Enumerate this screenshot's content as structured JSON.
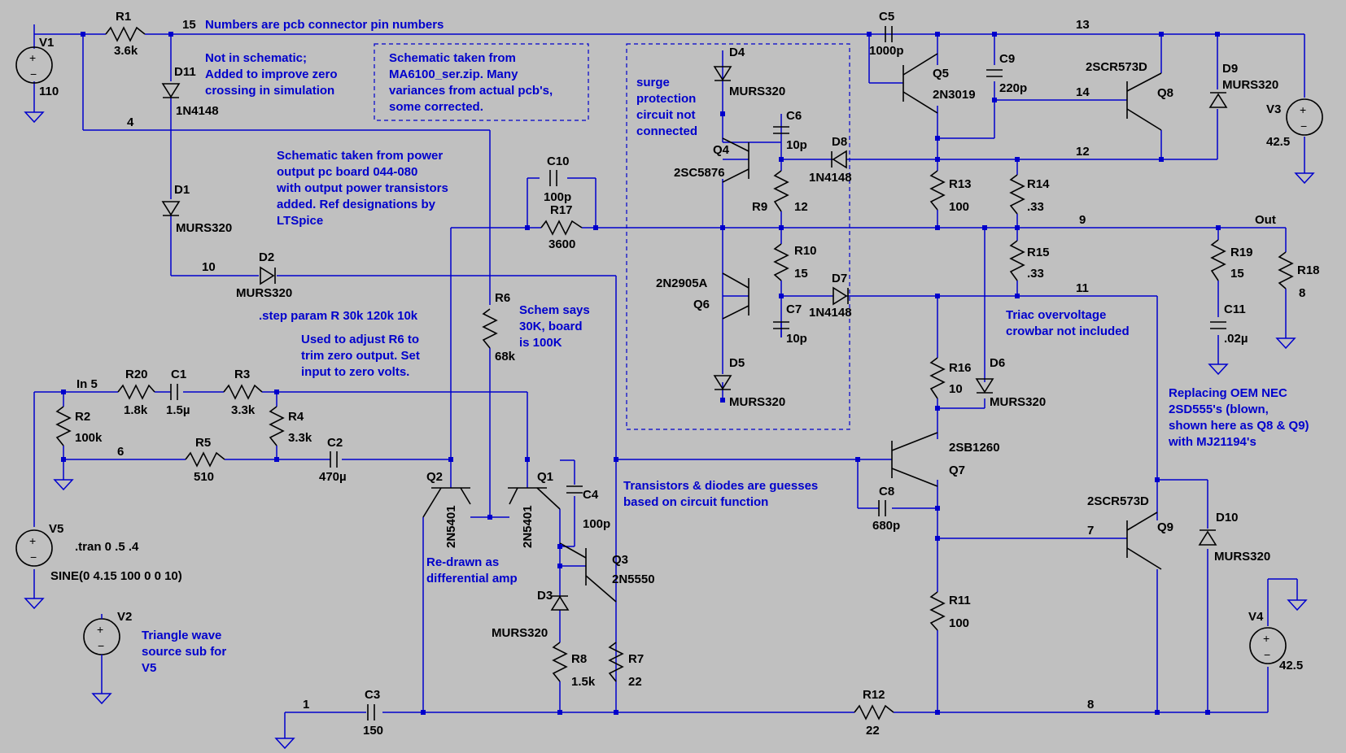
{
  "colors": {
    "background": "#c0c0c0",
    "wire": "#0000cc",
    "component": "#000000",
    "comment": "#0000cc"
  },
  "components": {
    "V1": {
      "name": "V1",
      "value": "110"
    },
    "R1": {
      "name": "R1",
      "value": "3.6k"
    },
    "D11": {
      "name": "D11",
      "value": "1N4148"
    },
    "D1": {
      "name": "D1",
      "value": "MURS320"
    },
    "D2": {
      "name": "D2",
      "value": "MURS320"
    },
    "C10": {
      "name": "C10",
      "value": "100p"
    },
    "R17": {
      "name": "R17",
      "value": "3600"
    },
    "R6": {
      "name": "R6",
      "value": "68k"
    },
    "R20": {
      "name": "R20",
      "value": "1.8k"
    },
    "C1": {
      "name": "C1",
      "value": "1.5µ"
    },
    "R3": {
      "name": "R3",
      "value": "3.3k"
    },
    "R2": {
      "name": "R2",
      "value": "100k"
    },
    "R4": {
      "name": "R4",
      "value": "3.3k"
    },
    "R5": {
      "name": "R5",
      "value": "510"
    },
    "C2": {
      "name": "C2",
      "value": "470µ"
    },
    "V5": {
      "name": "V5",
      "value": "SINE(0 4.15 100 0 0 10)"
    },
    "V2": {
      "name": "V2"
    },
    "Q2": {
      "name": "Q2",
      "value": "2N5401"
    },
    "Q1": {
      "name": "Q1",
      "value": "2N5401"
    },
    "C4": {
      "name": "C4",
      "value": "100p"
    },
    "Q3": {
      "name": "Q3",
      "value": "2N5550"
    },
    "D3": {
      "name": "D3",
      "value": "MURS320"
    },
    "R8": {
      "name": "R8",
      "value": "1.5k"
    },
    "R7": {
      "name": "R7",
      "value": "22"
    },
    "C3": {
      "name": "C3",
      "value": "150"
    },
    "D4": {
      "name": "D4",
      "value": "MURS320"
    },
    "C6": {
      "name": "C6",
      "value": "10p"
    },
    "Q4": {
      "name": "Q4",
      "value": "2SC5876"
    },
    "R9": {
      "name": "R9",
      "value": "12"
    },
    "D8": {
      "name": "D8",
      "value": "1N4148"
    },
    "R10": {
      "name": "R10",
      "value": "15"
    },
    "Q6": {
      "name": "Q6",
      "value": "2N2905A"
    },
    "D7": {
      "name": "D7",
      "value": "1N4148"
    },
    "C7": {
      "name": "C7",
      "value": "10p"
    },
    "D5": {
      "name": "D5",
      "value": "MURS320"
    },
    "C5": {
      "name": "C5",
      "value": "1000p"
    },
    "Q5": {
      "name": "Q5",
      "value": "2N3019"
    },
    "C9": {
      "name": "C9",
      "value": "220p"
    },
    "Q8": {
      "name": "Q8",
      "value": "2SCR573D"
    },
    "D9": {
      "name": "D9",
      "value": "MURS320"
    },
    "V3": {
      "name": "V3",
      "value": "42.5"
    },
    "R13": {
      "name": "R13",
      "value": "100"
    },
    "R14": {
      "name": "R14",
      "value": ".33"
    },
    "R15": {
      "name": "R15",
      "value": ".33"
    },
    "R19": {
      "name": "R19",
      "value": "15"
    },
    "C11": {
      "name": "C11",
      "value": ".02µ"
    },
    "R18": {
      "name": "R18",
      "value": "8"
    },
    "R16": {
      "name": "R16",
      "value": "10"
    },
    "D6": {
      "name": "D6",
      "value": "MURS320"
    },
    "Q7": {
      "name": "Q7",
      "value": "2SB1260"
    },
    "C8": {
      "name": "C8",
      "value": "680p"
    },
    "Q9": {
      "name": "Q9",
      "value": "2SCR573D"
    },
    "D10": {
      "name": "D10",
      "value": "MURS320"
    },
    "R11": {
      "name": "R11",
      "value": "100"
    },
    "R12": {
      "name": "R12",
      "value": "22"
    },
    "V4": {
      "name": "V4",
      "value": "42.5"
    }
  },
  "nets": {
    "n15": "15",
    "n4": "4",
    "n10": "10",
    "n5_in": "In  5",
    "n6": "6",
    "n1": "1",
    "n13": "13",
    "n14": "14",
    "n12": "12",
    "n9": "9",
    "n_out": "Out",
    "n11": "11",
    "n7": "7",
    "n8": "8"
  },
  "directives": {
    "step": ".step param R 30k 120k 10k",
    "tran": ".tran 0 .5 .4"
  },
  "comments": {
    "pin_numbers": "Numbers are pcb connector pin numbers",
    "not_in_schematic": "Not in schematic;\nAdded to improve zero\ncrossing in simulation",
    "taken_from_zip": "Schematic taken from\nMA6100_ser.zip. Many\nvariances from actual pcb's,\nsome corrected.",
    "surge": "surge\nprotection\ncircuit not\nconnected",
    "taken_from_board": "Schematic taken from power\noutput pc board 044-080\nwith output power transistors\nadded. Ref designations by\nLTSpice",
    "used_to_adjust": "Used to adjust R6 to\ntrim zero output. Set\ninput to zero volts.",
    "schem_says": "Schem says\n30K, board\nis 100K",
    "triac": "Triac overvoltage\ncrowbar not included",
    "replacing": "Replacing OEM NEC\n2SD555's (blown,\nshown here as Q8 & Q9)\nwith MJ21194's",
    "transistors_guesses": "Transistors & diodes are guesses\nbased on circuit function",
    "redrawn": "Re-drawn as\ndifferential amp",
    "triangle": "Triangle wave\nsource sub for\nV5"
  }
}
